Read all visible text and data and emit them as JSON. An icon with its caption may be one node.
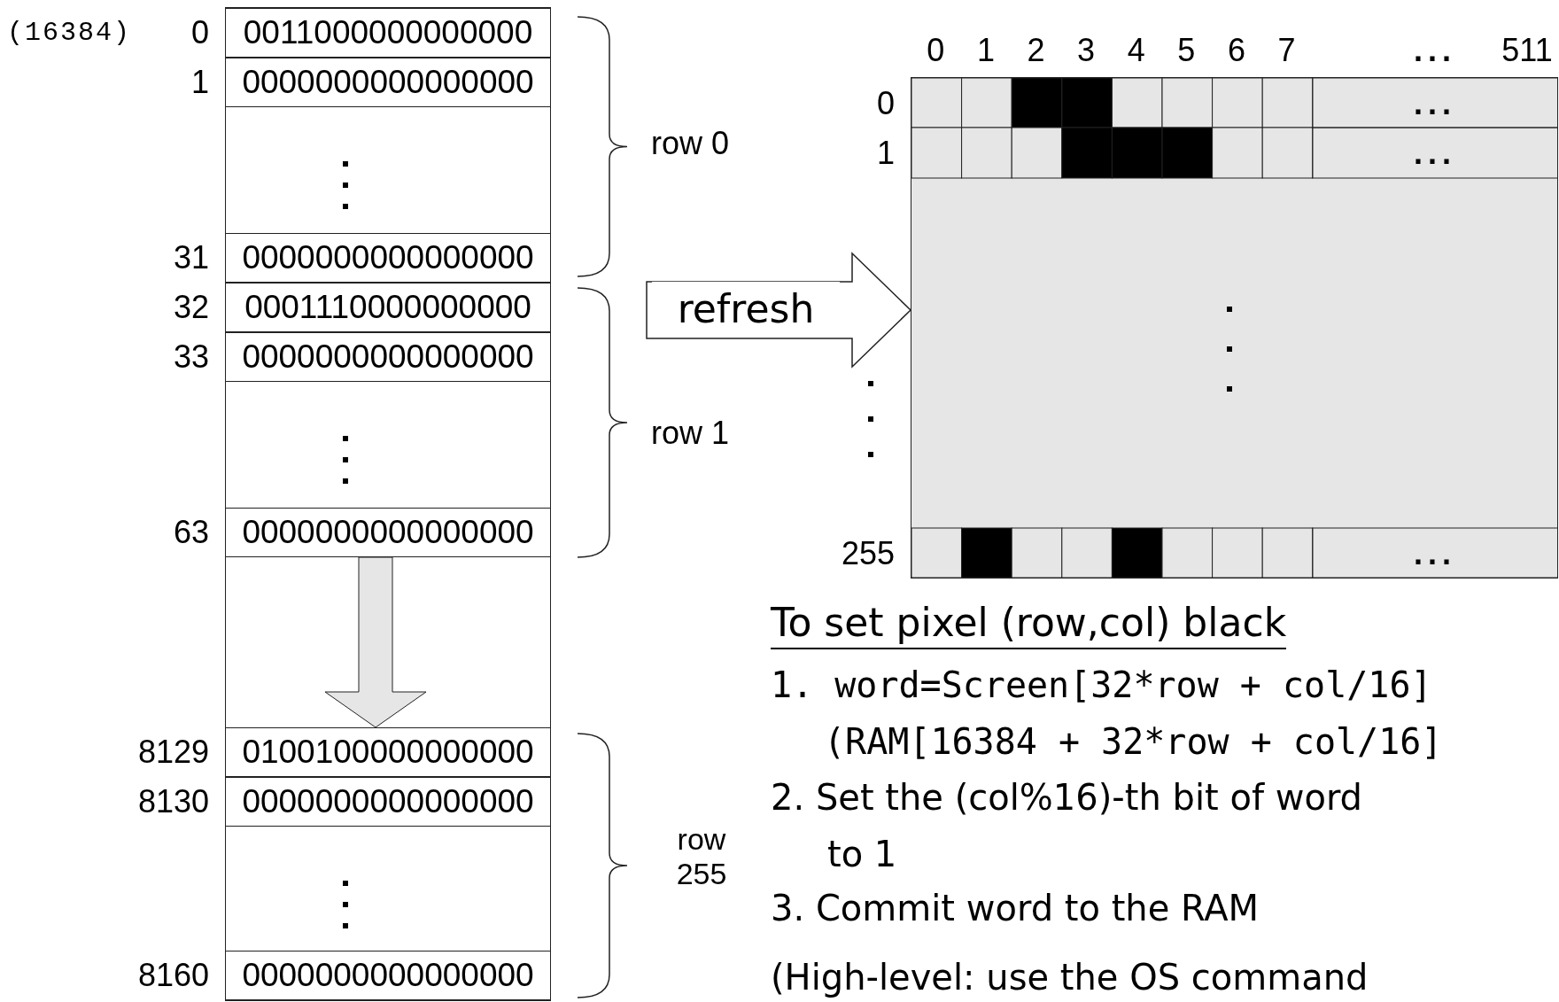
{
  "diagram": {
    "nodes": [
      {
        "text": [],
        "shape": "box"
      },
      {
        "text": [
          "0011000000000000"
        ],
        "beside": [
          "0"
        ],
        "in": 0
      },
      {
        "text": [
          "0000000000000000"
        ],
        "beside": [
          "1"
        ],
        "in": 0
      },
      {
        "text": [
          "0000000000000000"
        ],
        "beside": [
          "31"
        ],
        "in": 0
      },
      {
        "text": [
          "0001110000000000"
        ],
        "beside": [
          "32"
        ],
        "in": 0
      },
      {
        "text": [
          "0000000000000000"
        ],
        "beside": [
          "33"
        ],
        "in": 0
      },
      {
        "text": [
          "0000000000000000"
        ],
        "beside": [
          "63"
        ],
        "in": 0
      },
      {
        "text": [
          "0100100000000000"
        ],
        "beside": [
          "8129"
        ],
        "in": 0
      },
      {
        "text": [
          "0000000000000000"
        ],
        "beside": [
          "8130"
        ],
        "in": 0
      },
      {
        "text": [
          "0000000000000000"
        ],
        "beside": [
          "8160"
        ],
        "in": 0
      },
      {
        "text": [],
        "shape": "box"
      }
    ],
    "edges": [
      {
        "from": null,
        "to": 10,
        "arrow": "to",
        "label": "refresh"
      },
      {
        "from": 6,
        "to": 7,
        "arrow": "to"
      }
    ],
    "labels": [
      "(16384)",
      "row 0",
      "0",
      "1",
      "2",
      "3",
      "4",
      "5",
      "6",
      "7",
      "...",
      "511",
      "0",
      "...",
      "1",
      "...",
      "row 1",
      "255",
      "...",
      "row 255",
      "To set pixel (row,col) black",
      "1. word=Screen[32*row + col/16]",
      "(RAM[16384 + 32*row + col/16]",
      "2. Set the (col%16)-th bit of word to 1",
      "3. Commit word to the RAM",
      "(High-level: use the OS command"
    ]
  }
}
